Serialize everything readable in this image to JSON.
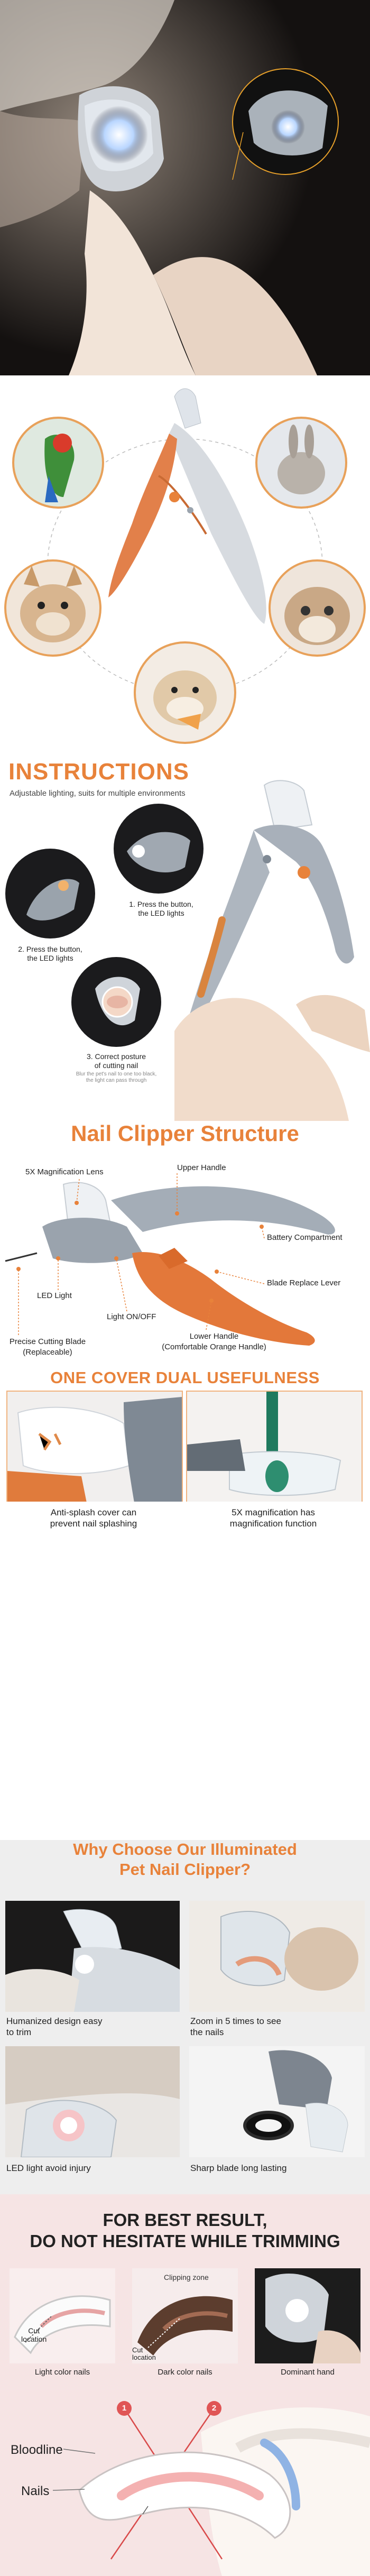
{
  "hero": {},
  "pets": {
    "items": [
      "parrot",
      "rabbit",
      "dog",
      "cat",
      "hamster"
    ]
  },
  "instructions": {
    "title": "INSTRUCTIONS",
    "subtitle": "Adjustable lighting, suits for multiple environments",
    "step1": "1. Press the button,\nthe LED lights",
    "step2": "2. Press the button,\nthe LED lights",
    "step3": "3. Correct posture\nof cutting nail",
    "step3_note": "Blur the pet's nail to one too black,\nthe light can pass through"
  },
  "structure": {
    "title": "Nail Clipper Structure",
    "labels": {
      "magnification": "5X Magnification Lens",
      "upper_handle": "Upper Handle",
      "battery": "Battery Compartment",
      "blade_lever": "Blade Replace Lever",
      "led": "LED Light",
      "led_onoff": "Light ON/OFF",
      "blade": "Precise Cutting Blade\n(Replaceable)",
      "lower_handle": "Lower Handle\n(Comfortable Orange Handle)"
    }
  },
  "cover": {
    "title": "ONE COVER DUAL USEFULNESS",
    "left_caption": "Anti-splash cover can\nprevent nail splashing",
    "right_caption": "5X magnification has\nmagnification function"
  },
  "why": {
    "title_line1": "Why Choose Our Illuminated",
    "title_line2": "Pet Nail Clipper?",
    "items": [
      "Humanized design easy\nto trim",
      "Zoom in 5 times to see\nthe nails",
      "LED light avoid injury",
      "Sharp blade long lasting"
    ]
  },
  "best": {
    "title_line1": "FOR BEST RESULT,",
    "title_line2": "DO NOT HESITATE WHILE TRIMMING",
    "clipping_zone": "Clipping zone",
    "cut_location_1": "Cut\nlocation",
    "cut_location_2": "Cut\nlocation",
    "panel1": "Light color nails",
    "panel2": "Dark color nails",
    "panel3": "Dominant hand",
    "bloodline": "Bloodline",
    "nails": "Nails",
    "marker1": "1",
    "marker2": "2"
  },
  "colors": {
    "accent": "#e8823a",
    "dark_red": "#c0392b",
    "panel_pink": "#f6e4e4"
  }
}
